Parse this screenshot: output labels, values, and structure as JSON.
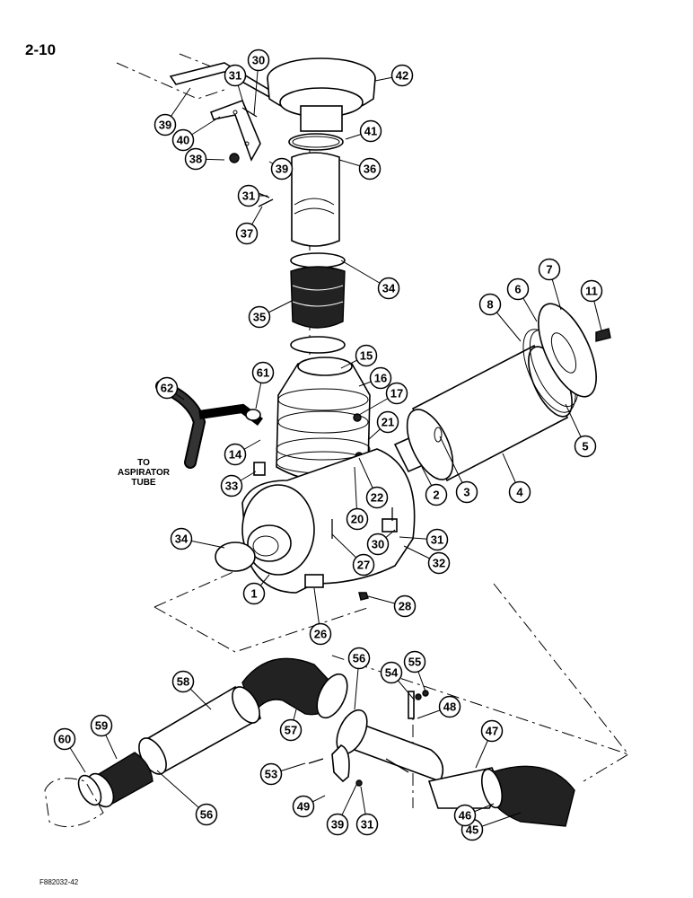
{
  "page": {
    "number": "2-10",
    "figure_code": "F882032-42",
    "note_lines": [
      "TO",
      "ASPIRATOR",
      "TUBE"
    ]
  },
  "callouts": [
    "1",
    "2",
    "3",
    "4",
    "5",
    "6",
    "7",
    "8",
    "11",
    "14",
    "15",
    "16",
    "17",
    "20",
    "21",
    "22",
    "26",
    "27",
    "28",
    "30",
    "31",
    "32",
    "33",
    "34",
    "35",
    "36",
    "37",
    "38",
    "39",
    "40",
    "41",
    "42",
    "45",
    "46",
    "47",
    "48",
    "49",
    "53",
    "54",
    "55",
    "56",
    "57",
    "58",
    "59",
    "60",
    "61",
    "62"
  ]
}
